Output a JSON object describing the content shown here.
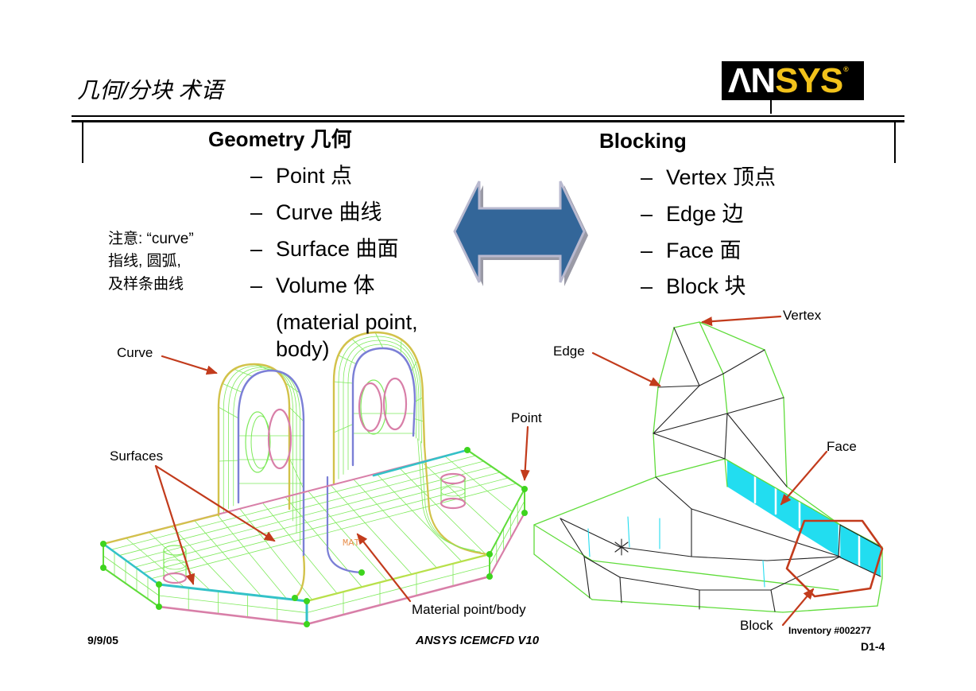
{
  "slide": {
    "title": "几何/分块 术语"
  },
  "logo": {
    "left": "ΛN",
    "right": "SYS",
    "mark": "®"
  },
  "geometry": {
    "heading": "Geometry 几何",
    "bullet": "–",
    "items": [
      "Point 点",
      "Curve 曲线",
      "Surface 曲面",
      "Volume 体"
    ],
    "continuation": [
      "(material point,",
      "body)"
    ]
  },
  "blocking": {
    "heading": "Blocking",
    "bullet": "–",
    "items": [
      "Vertex 顶点",
      "Edge 边",
      "Face 面",
      "Block 块"
    ]
  },
  "note": [
    "注意: “curve”",
    "指线, 圆弧,",
    "及样条曲线"
  ],
  "geometry_figure": {
    "labels": {
      "curve": "Curve",
      "surfaces": "Surfaces",
      "point": "Point",
      "material": "Material point/body",
      "mat_tag": "MAT"
    }
  },
  "blocking_figure": {
    "labels": {
      "vertex": "Vertex",
      "edge": "Edge",
      "face": "Face",
      "block": "Block"
    }
  },
  "footer": {
    "date": "9/9/05",
    "product": "ANSYS ICEMCFD V10",
    "inventory": "Inventory #002277",
    "page": "D1-4"
  },
  "colors": {
    "arrow_blue": "#336699",
    "arrow_shadow": "#9A9AA6",
    "arrow_outline": "#B9B9CF",
    "callout_red": "#C23B1C",
    "mesh_green": "#7FEA5C",
    "edge_green": "#5FDC3A",
    "point_green": "#3ED41E",
    "curve_yellow": "#D2C24A",
    "curve_blue": "#7B7FD6",
    "curve_pink": "#D87FA8",
    "edge_cyan": "#33C2C8",
    "face_cyan": "#22DDF0",
    "block_black": "#222222",
    "logo_yellow": "#F2C21B"
  }
}
